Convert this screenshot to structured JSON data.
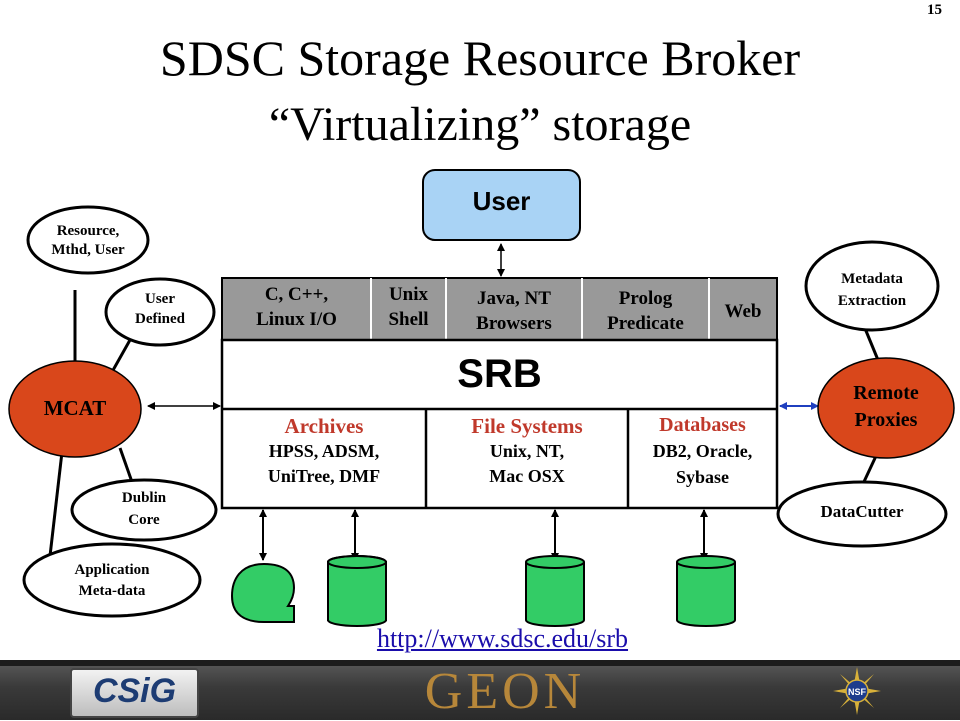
{
  "slide": {
    "page_number": "15",
    "title": "SDSC Storage Resource Broker",
    "subtitle": "“Virtualizing” storage",
    "url": "http://www.sdsc.edu/srb"
  },
  "user_box": {
    "label": "User"
  },
  "interfaces": [
    {
      "label_line1": "C, C++,",
      "label_line2": "Linux I/O"
    },
    {
      "label_line1": "Unix",
      "label_line2": "Shell"
    },
    {
      "label_line1": "Java, NT",
      "label_line2": "Browsers"
    },
    {
      "label_line1": "Prolog",
      "label_line2": "Predicate"
    },
    {
      "label_line1": "Web",
      "label_line2": ""
    }
  ],
  "srb": {
    "label": "SRB"
  },
  "storage": {
    "archives": {
      "heading": "Archives",
      "line1": "HPSS, ADSM,",
      "line2": "UniTree, DMF"
    },
    "file_systems": {
      "heading": "File Systems",
      "line1": "Unix, NT,",
      "line2": "Mac OSX"
    },
    "databases": {
      "heading": "Databases",
      "line1": "DB2, Oracle,",
      "line2": "Sybase"
    }
  },
  "mcat": {
    "label": "MCAT",
    "metadata": [
      {
        "line1": "Resource,",
        "line2": "Mthd, User"
      },
      {
        "line1": "User",
        "line2": "Defined"
      },
      {
        "line1": "Dublin",
        "line2": "Core"
      },
      {
        "line1": "Application",
        "line2": "Meta-data"
      }
    ]
  },
  "remote": {
    "label_line1": "Remote",
    "label_line2": "Proxies",
    "metadata_extraction": {
      "line1": "Metadata",
      "line2": "Extraction"
    },
    "datacutter": "DataCutter"
  },
  "footer": {
    "csig_logo": "CSiG",
    "geon_logo": "GEON"
  },
  "colors": {
    "user_box": "#a9d3f5",
    "mcat": "#d9471b",
    "remote_proxies": "#d9471b",
    "storage_heading": "#c0392b",
    "interface_bar": "#999999",
    "bidirectional_arrow": "#1f3fbf",
    "storage_device": "#33cc66"
  }
}
